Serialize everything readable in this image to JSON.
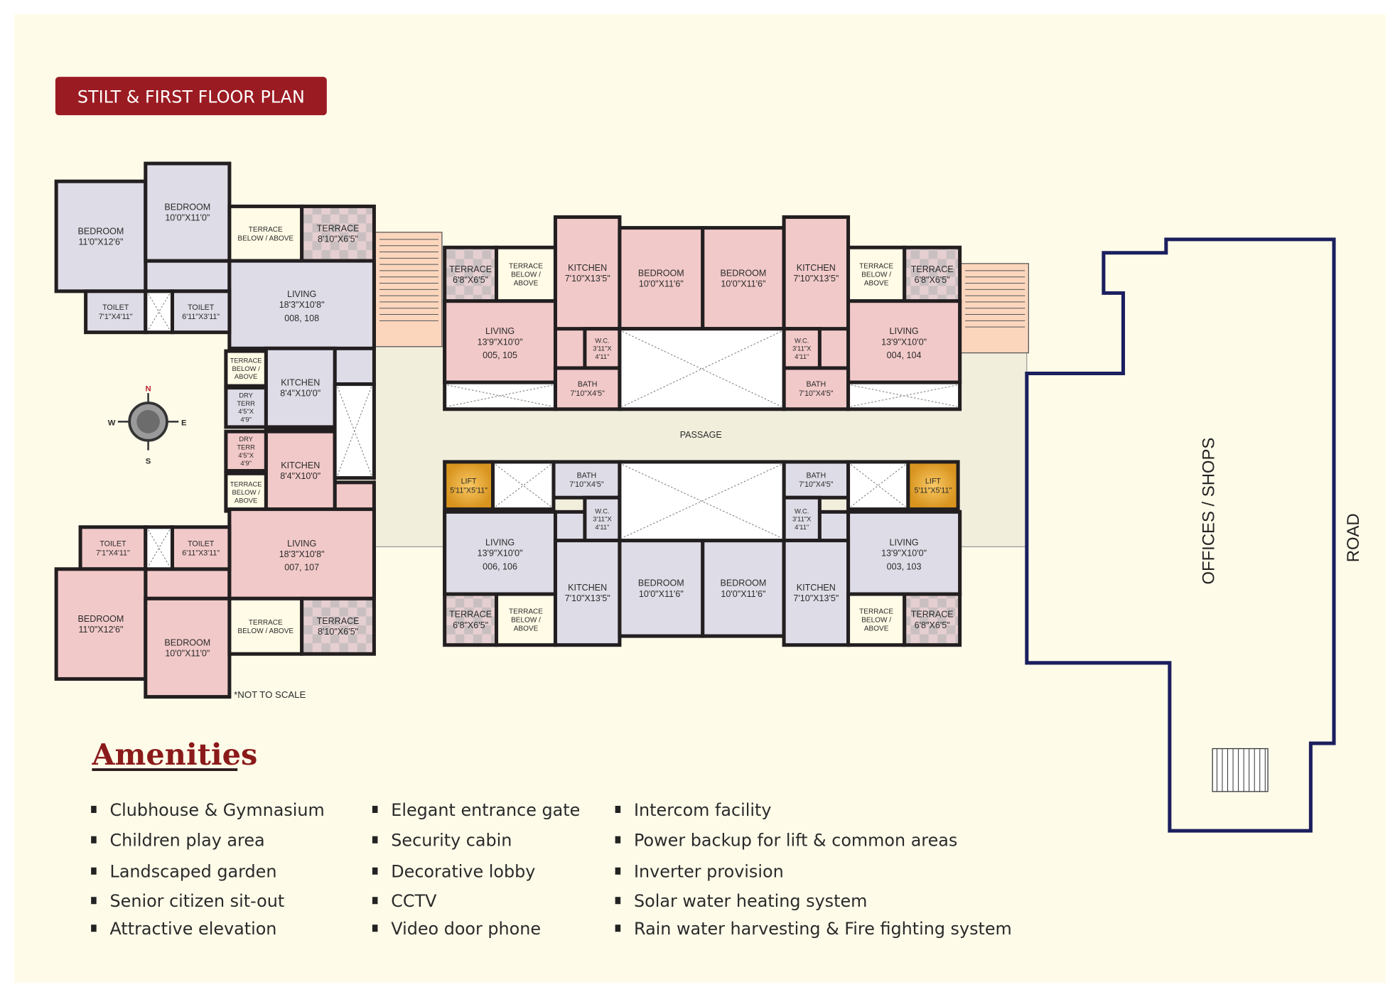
{
  "title": "STILT & FIRST FLOOR PLAN",
  "colors": {
    "title_bg": "#9b1b22",
    "page_bg": "#fefbe9",
    "unit_gray": "#dedce6",
    "unit_pink": "#f2c9c9",
    "walls": "#231f20",
    "shops_outline": "#1b1f5e",
    "heading": "#8b1a1a",
    "lift": "#f0a93a",
    "stairs": "#fbd6bd"
  },
  "compass": {
    "icon": "compass-rose-icon",
    "n": "N",
    "s": "S",
    "e": "E",
    "w": "W"
  },
  "plan": {
    "passage": "PASSAGE",
    "offices": "OFFICES / SHOPS",
    "road": "ROAD",
    "note": "*NOT TO SCALE",
    "rooms": [
      {
        "lines": [
          "BEDROOM",
          "11'0\"X12'6\""
        ]
      },
      {
        "lines": [
          "BEDROOM",
          "10'0\"X11'0\""
        ]
      },
      {
        "lines": [
          "TERRACE",
          "BELOW / ABOVE"
        ]
      },
      {
        "lines": [
          "TERRACE",
          "8'10\"X6'5\""
        ]
      },
      {
        "lines": [
          "LIVING",
          "18'3\"X10'8\"",
          "008, 108"
        ]
      },
      {
        "lines": [
          "TOILET",
          "7'1\"X4'11\""
        ]
      },
      {
        "lines": [
          "TOILET",
          "6'11\"X3'11\""
        ]
      },
      {
        "lines": [
          "TERRACE",
          "BELOW /",
          "ABOVE"
        ]
      },
      {
        "lines": [
          "DRY",
          "TERR",
          "4'5\"X",
          "4'9\""
        ]
      },
      {
        "lines": [
          "KITCHEN",
          "8'4\"X10'0\""
        ]
      },
      {
        "lines": [
          "DRY",
          "TERR",
          "4'5\"X",
          "4'9\""
        ]
      },
      {
        "lines": [
          "TERRACE",
          "BELOW /",
          "ABOVE"
        ]
      },
      {
        "lines": [
          "KITCHEN",
          "8'4\"X10'0\""
        ]
      },
      {
        "lines": [
          "LIVING",
          "18'3\"X10'8\"",
          "007, 107"
        ]
      },
      {
        "lines": [
          "TOILET",
          "7'1\"X4'11\""
        ]
      },
      {
        "lines": [
          "TOILET",
          "6'11\"X3'11\""
        ]
      },
      {
        "lines": [
          "BEDROOM",
          "11'0\"X12'6\""
        ]
      },
      {
        "lines": [
          "BEDROOM",
          "10'0\"X11'0\""
        ]
      },
      {
        "lines": [
          "TERRACE",
          "BELOW / ABOVE"
        ]
      },
      {
        "lines": [
          "TERRACE",
          "8'10\"X6'5\""
        ]
      },
      {
        "lines": [
          "TERRACE",
          "6'8\"X6'5\""
        ]
      },
      {
        "lines": [
          "TERRACE",
          "BELOW /",
          "ABOVE"
        ]
      },
      {
        "lines": [
          "KITCHEN",
          "7'10\"X13'5\""
        ]
      },
      {
        "lines": [
          "BEDROOM",
          "10'0\"X11'6\""
        ]
      },
      {
        "lines": [
          "BEDROOM",
          "10'0\"X11'6\""
        ]
      },
      {
        "lines": [
          "KITCHEN",
          "7'10\"X13'5\""
        ]
      },
      {
        "lines": [
          "TERRACE",
          "BELOW /",
          "ABOVE"
        ]
      },
      {
        "lines": [
          "TERRACE",
          "6'8\"X6'5\""
        ]
      },
      {
        "lines": [
          "LIVING",
          "13'9\"X10'0\"",
          "005, 105"
        ]
      },
      {
        "lines": [
          "LIVING",
          "13'9\"X10'0\"",
          "004, 104"
        ]
      },
      {
        "lines": [
          "W.C.",
          "3'11\"X",
          "4'11\""
        ]
      },
      {
        "lines": [
          "BATH",
          "7'10\"X4'5\""
        ]
      },
      {
        "lines": [
          "W.C.",
          "3'11\"X",
          "4'11\""
        ]
      },
      {
        "lines": [
          "BATH",
          "7'10\"X4'5\""
        ]
      },
      {
        "lines": [
          "LIFT",
          "5'11\"X5'11\""
        ]
      },
      {
        "lines": [
          "BATH",
          "7'10\"X4'5\""
        ]
      },
      {
        "lines": [
          "BATH",
          "7'10\"X4'5\""
        ]
      },
      {
        "lines": [
          "LIFT",
          "5'11\"X5'11\""
        ]
      },
      {
        "lines": [
          "W.C.",
          "3'11\"X",
          "4'11\""
        ]
      },
      {
        "lines": [
          "W.C.",
          "3'11\"X",
          "4'11\""
        ]
      },
      {
        "lines": [
          "LIVING",
          "13'9\"X10'0\"",
          "006, 106"
        ]
      },
      {
        "lines": [
          "LIVING",
          "13'9\"X10'0\"",
          "003, 103"
        ]
      },
      {
        "lines": [
          "KITCHEN",
          "7'10\"X13'5\""
        ]
      },
      {
        "lines": [
          "BEDROOM",
          "10'0\"X11'6\""
        ]
      },
      {
        "lines": [
          "BEDROOM",
          "10'0\"X11'6\""
        ]
      },
      {
        "lines": [
          "KITCHEN",
          "7'10\"X13'5\""
        ]
      },
      {
        "lines": [
          "TERRACE",
          "6'8\"X6'5\""
        ]
      },
      {
        "lines": [
          "TERRACE",
          "BELOW /",
          "ABOVE"
        ]
      },
      {
        "lines": [
          "TERRACE",
          "BELOW /",
          "ABOVE"
        ]
      },
      {
        "lines": [
          "TERRACE",
          "6'8\"X6'5\""
        ]
      }
    ]
  },
  "amenities": {
    "heading": "Amenities",
    "columns": [
      [
        "Clubhouse & Gymnasium",
        "Children play area",
        "Landscaped garden",
        "Senior citizen sit-out",
        "Attractive elevation"
      ],
      [
        "Elegant entrance gate",
        "Security cabin",
        "Decorative lobby",
        "CCTV",
        "Video door phone"
      ],
      [
        "Intercom facility",
        "Power backup for lift & common areas",
        "Inverter provision",
        "Solar water heating system",
        "Rain water harvesting & Fire fighting system"
      ]
    ]
  }
}
